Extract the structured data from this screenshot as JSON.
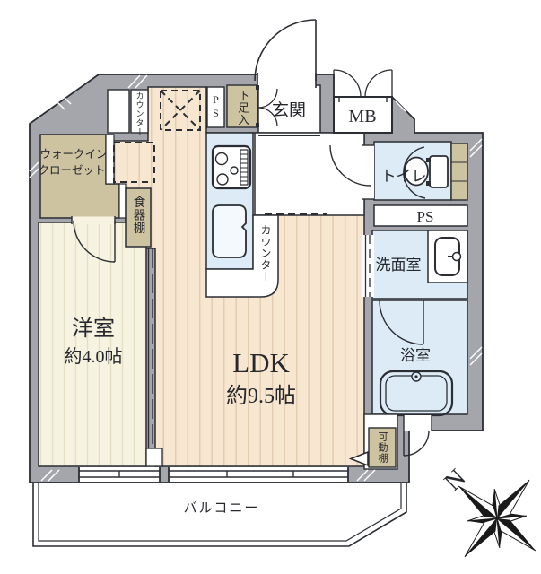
{
  "colors": {
    "wall": "#a5a6ac",
    "ldk_floor": "#f8e7d0",
    "ldk_stripe": "#e3cdb0",
    "western_floor": "#f7f3e1",
    "western_stripe": "#e5dfc6",
    "tan": "#cec3a0",
    "water": "#dcebf6",
    "fixture_white": "#ffffff",
    "line": "#2a2d33"
  },
  "rooms": {
    "ldk": {
      "name": "LDK",
      "size": "約9.5帖"
    },
    "western": {
      "name": "洋室",
      "size": "約4.0帖"
    },
    "wic": {
      "line1": "ウォークイン",
      "line2": "クローゼット"
    },
    "entrance": {
      "name": "玄関"
    },
    "toilet": {
      "name": "トイレ"
    },
    "washroom": {
      "name": "洗面室"
    },
    "bathroom": {
      "name": "浴室"
    },
    "balcony": {
      "name": "バルコニー"
    }
  },
  "fixtures": {
    "meter_box": "MB",
    "pipe_space_top": "PS",
    "pipe_space_right": "PS",
    "shoe_cabinet": "下足入",
    "hall_counter": "カウンター",
    "kitchen_counter": "カウンター",
    "dish_cabinet": "食器棚",
    "movable_shelf": "可動棚"
  },
  "compass": {
    "north": "N"
  }
}
